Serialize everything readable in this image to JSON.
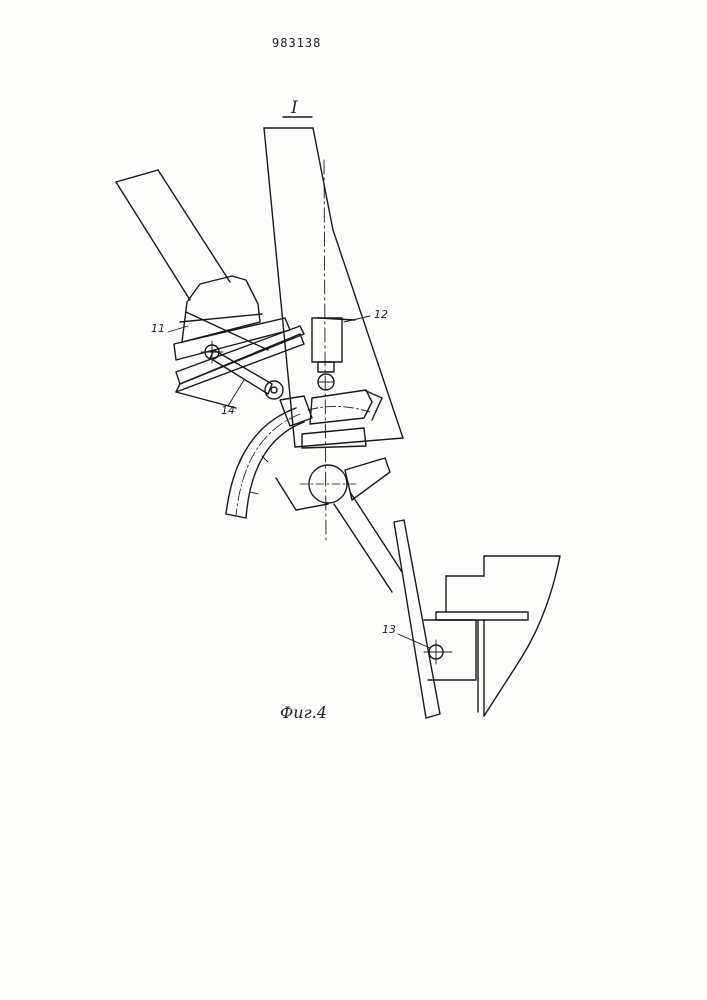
{
  "header": {
    "document_number": "983138"
  },
  "view_mark": "I",
  "callouts": {
    "c11": "11",
    "c12": "12",
    "c13": "13",
    "c14": "14"
  },
  "caption": "Фиг.4"
}
